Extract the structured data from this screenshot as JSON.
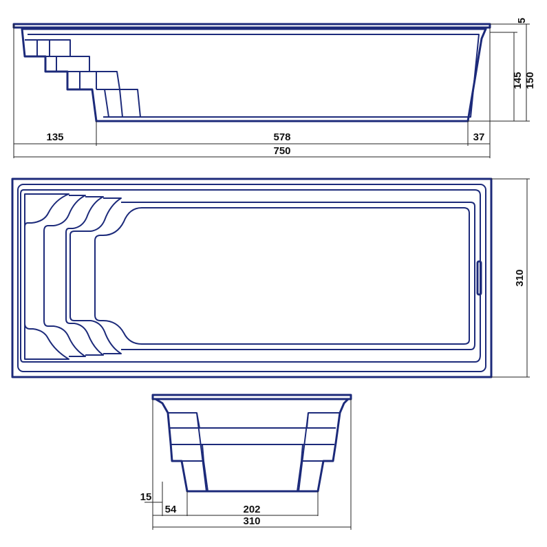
{
  "side_view": {
    "length_parts": [
      "135",
      "578",
      "37"
    ],
    "length_total": "750",
    "depth_step": "5",
    "depth_inner": "145",
    "depth_total": "150"
  },
  "top_view": {
    "width": "310"
  },
  "cross_section": {
    "step": "15",
    "offset": "54",
    "floor_width": "202",
    "width_total": "310"
  },
  "colors": {
    "outline": "#1c2a7a",
    "dimension": "#222222"
  }
}
